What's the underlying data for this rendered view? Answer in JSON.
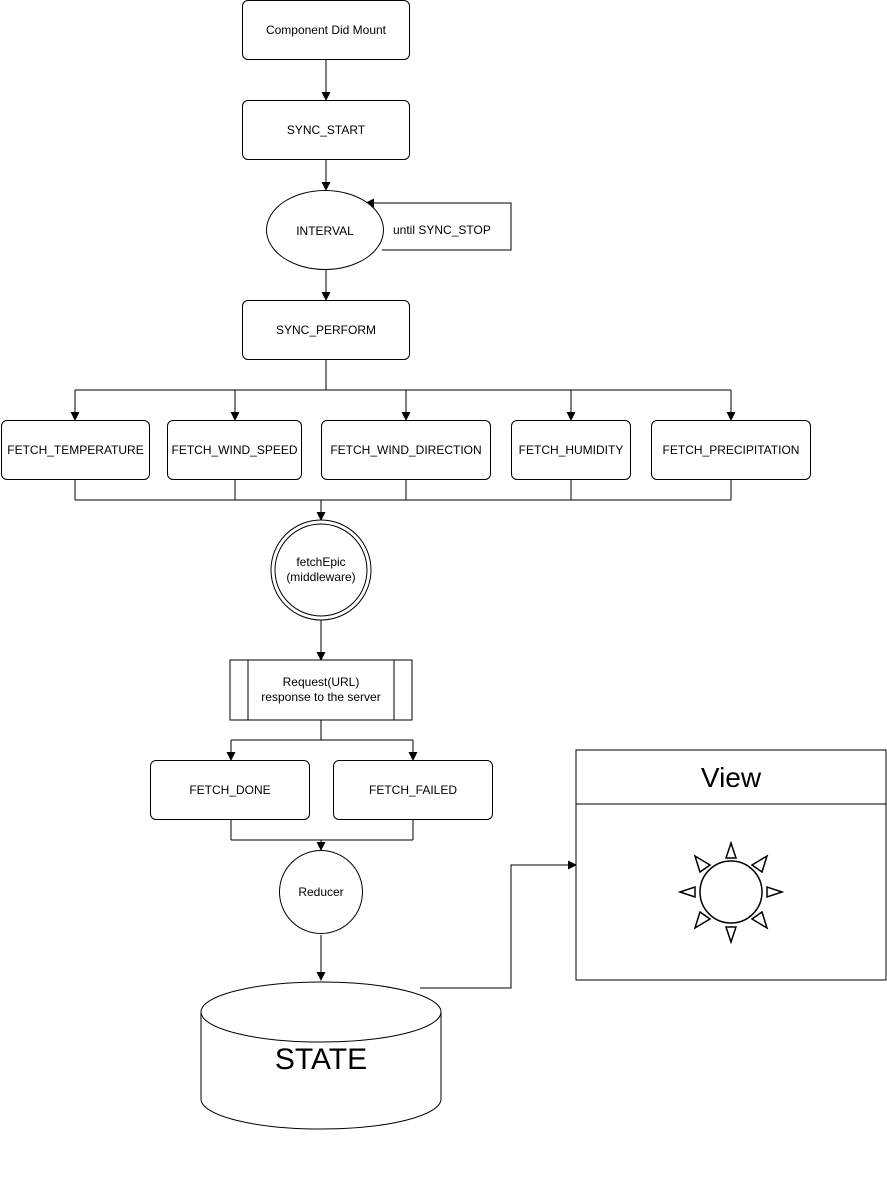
{
  "nodes": {
    "component_did_mount": "Component Did Mount",
    "sync_start": "SYNC_START",
    "interval": "INTERVAL",
    "sync_perform": "SYNC_PERFORM",
    "fetch_temperature": "FETCH_TEMPERATURE",
    "fetch_wind_speed": "FETCH_WIND_SPEED",
    "fetch_wind_direction": "FETCH_WIND_DIRECTION",
    "fetch_humidity": "FETCH_HUMIDITY",
    "fetch_precipitation": "FETCH_PRECIPITATION",
    "fetch_epic_line1": "fetchEpic",
    "fetch_epic_line2": "(middleware)",
    "request_line1": "Request(URL)",
    "request_line2": "response to the server",
    "fetch_done": "FETCH_DONE",
    "fetch_failed": "FETCH_FAILED",
    "reducer": "Reducer",
    "state": "STATE",
    "view_title": "View"
  },
  "edge_labels": {
    "loop": "until SYNC_STOP"
  },
  "icons": {
    "interval_icon": "refresh-icon",
    "view_icon": "sun-icon"
  }
}
